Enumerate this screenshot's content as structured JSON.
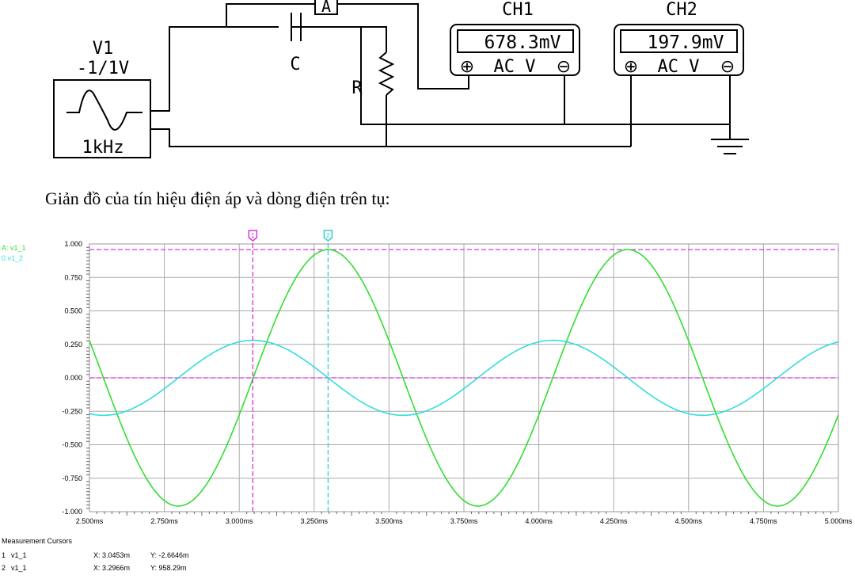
{
  "circuit": {
    "source": {
      "name": "V1",
      "amplitude": "-1/1V",
      "frequency": "1kHz"
    },
    "ammeter_label": "A",
    "capacitor_label": "C",
    "resistor_label": "R",
    "ch1": {
      "label": "CH1",
      "reading": "678.3mV",
      "mode": "AC V",
      "plus": "⊕",
      "minus": "⊖"
    },
    "ch2": {
      "label": "CH2",
      "reading": "197.9mV",
      "mode": "AC V",
      "plus": "⊕",
      "minus": "⊖"
    }
  },
  "caption": "Giản đồ của tín hiệu điện áp và dòng điện trên tụ:",
  "chart_data": {
    "type": "line",
    "x_unit": "ms",
    "xlim": [
      2.5,
      5.0
    ],
    "ylim": [
      -1.0,
      1.0
    ],
    "x_ticks": [
      "2.500ms",
      "2.750ms",
      "3.000ms",
      "3.250ms",
      "3.500ms",
      "3.750ms",
      "4.000ms",
      "4.250ms",
      "4.500ms",
      "4.750ms",
      "5.000ms"
    ],
    "y_ticks": [
      "1.000",
      "0.750",
      "0.500",
      "0.250",
      "0.000",
      "-0.250",
      "-0.500",
      "-0.750",
      "-1.000"
    ],
    "grid": true,
    "legend": [
      "A: v1_1",
      "0.v1_2"
    ],
    "legend_placement": "top-left",
    "series": [
      {
        "name": "A: v1_1",
        "color": "#33dd33",
        "amplitude": 0.958,
        "frequency_khz": 1.0,
        "peak_time_ms": 3.2966,
        "x": [
          2.5,
          2.55,
          2.6,
          2.65,
          2.7,
          2.75,
          2.8,
          2.85,
          2.9,
          2.95,
          3.0,
          3.05,
          3.1,
          3.15,
          3.2,
          3.25,
          3.3,
          3.35,
          3.4,
          3.45,
          3.5,
          3.55,
          3.6,
          3.65,
          3.7,
          3.75,
          3.8,
          3.85,
          3.9,
          3.95,
          4.0,
          4.05,
          4.1,
          4.15,
          4.2,
          4.25,
          4.3,
          4.35,
          4.4,
          4.45,
          4.5,
          4.55,
          4.6,
          4.65,
          4.7,
          4.75,
          4.8,
          4.85,
          4.9,
          4.95,
          5.0
        ],
        "y": [
          0.278,
          -0.02,
          -0.314,
          -0.582,
          -0.793,
          -0.928,
          -0.958,
          -0.911,
          -0.758,
          -0.535,
          -0.265,
          0.03,
          0.321,
          0.588,
          0.798,
          0.932,
          0.958,
          0.907,
          0.753,
          0.528,
          0.256,
          -0.041,
          -0.331,
          -0.595,
          -0.802,
          -0.935,
          -0.958,
          -0.903,
          -0.747,
          -0.52,
          -0.247,
          0.051,
          0.34,
          0.602,
          0.807,
          0.937,
          0.958,
          0.9,
          0.741,
          0.513,
          0.237,
          -0.062,
          -0.349,
          -0.609,
          -0.812,
          -0.94,
          -0.958,
          -0.896,
          -0.735,
          -0.506,
          -0.228
        ]
      },
      {
        "name": "0.v1_2",
        "color": "#33dddd",
        "amplitude": 0.28,
        "frequency_khz": 1.0,
        "peak_time_ms": 3.0466,
        "x": [
          2.5,
          2.55,
          2.6,
          2.65,
          2.7,
          2.75,
          2.8,
          2.85,
          2.9,
          2.95,
          3.0,
          3.05,
          3.1,
          3.15,
          3.2,
          3.25,
          3.3,
          3.35,
          3.4,
          3.45,
          3.5,
          3.55,
          3.6,
          3.65,
          3.7,
          3.75,
          3.8,
          3.85,
          3.9,
          3.95,
          4.0,
          4.05,
          4.1,
          4.15,
          4.2,
          4.25,
          4.3,
          4.35,
          4.4,
          4.45,
          4.5,
          4.55,
          4.6,
          4.65,
          4.7,
          4.75,
          4.8,
          4.85,
          4.9,
          4.95,
          5.0
        ],
        "y": [
          -0.277,
          -0.281,
          -0.259,
          -0.221,
          -0.158,
          -0.081,
          0.005,
          0.09,
          0.166,
          0.228,
          0.266,
          0.28,
          0.265,
          0.226,
          0.163,
          0.087,
          0.001,
          -0.084,
          -0.161,
          -0.224,
          -0.264,
          -0.28,
          -0.266,
          -0.228,
          -0.167,
          -0.091,
          -0.006,
          0.079,
          0.157,
          0.221,
          0.263,
          0.28,
          0.267,
          0.23,
          0.17,
          0.094,
          0.01,
          -0.076,
          -0.154,
          -0.219,
          -0.262,
          -0.28,
          -0.268,
          -0.232,
          -0.172,
          -0.097,
          -0.012,
          0.073,
          0.151,
          0.216,
          0.26
        ]
      }
    ],
    "cursors": [
      {
        "id": "1",
        "x": 3.0453,
        "color": "#dd33dd"
      },
      {
        "id": "2",
        "x": 3.2966,
        "color": "#33cccc"
      }
    ],
    "hlines": [
      {
        "y": 0.958,
        "color": "#dd33dd"
      },
      {
        "y": 0.0,
        "color": "#dd33dd"
      }
    ]
  },
  "measurements": {
    "title": "Measurement Cursors",
    "rows": [
      {
        "index": "1",
        "trace": "v1_1",
        "x": "X:  3.0453m",
        "y": "Y:  -2.6646m"
      },
      {
        "index": "2",
        "trace": "v1_1",
        "x": "X:  3.2966m",
        "y": "Y:  958.29m"
      }
    ]
  }
}
